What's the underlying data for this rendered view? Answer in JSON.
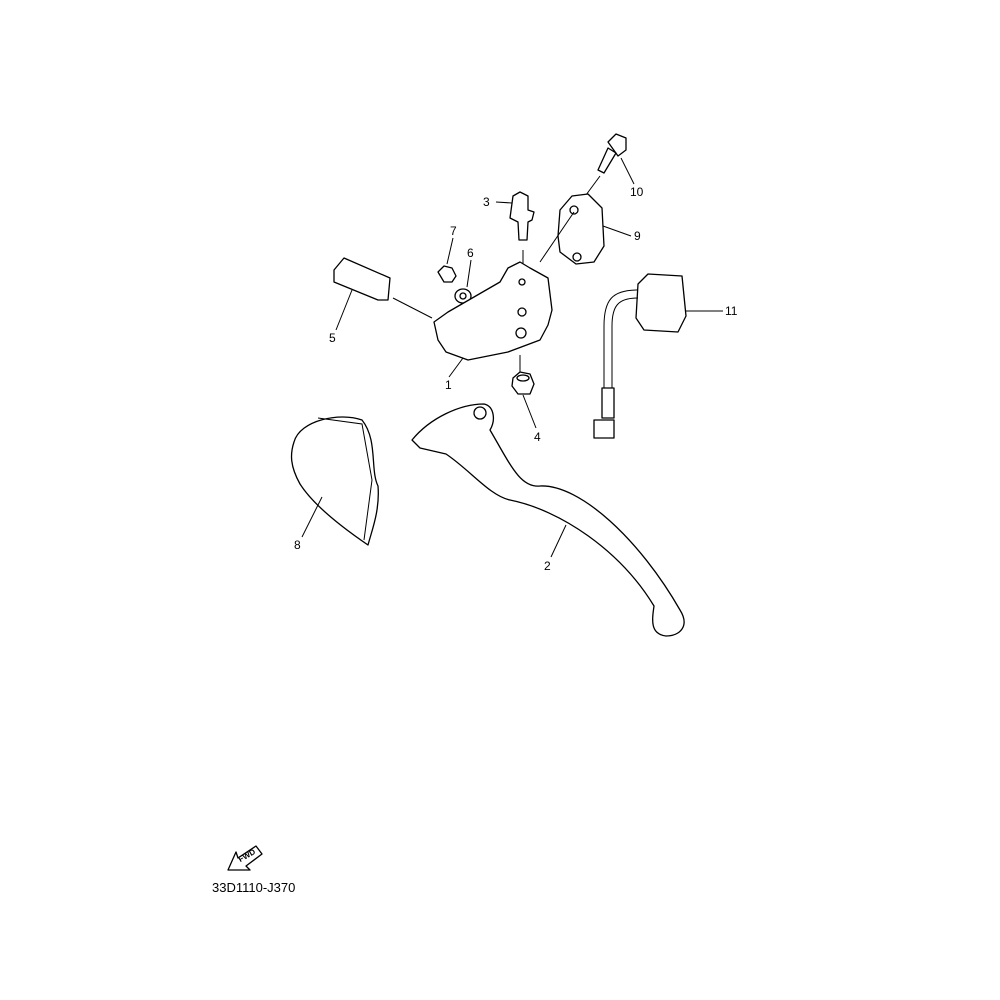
{
  "diagram": {
    "code": "33D1110-J370",
    "fwd_label": "FWD",
    "callouts": [
      {
        "number": "1",
        "part": "bracket"
      },
      {
        "number": "2",
        "part": "lever"
      },
      {
        "number": "3",
        "part": "bolt"
      },
      {
        "number": "4",
        "part": "nut"
      },
      {
        "number": "5",
        "part": "adjuster"
      },
      {
        "number": "6",
        "part": "nut-small"
      },
      {
        "number": "7",
        "part": "screw"
      },
      {
        "number": "8",
        "part": "lever-cover"
      },
      {
        "number": "9",
        "part": "holder"
      },
      {
        "number": "10",
        "part": "bolt-holder"
      },
      {
        "number": "11",
        "part": "switch"
      }
    ]
  }
}
